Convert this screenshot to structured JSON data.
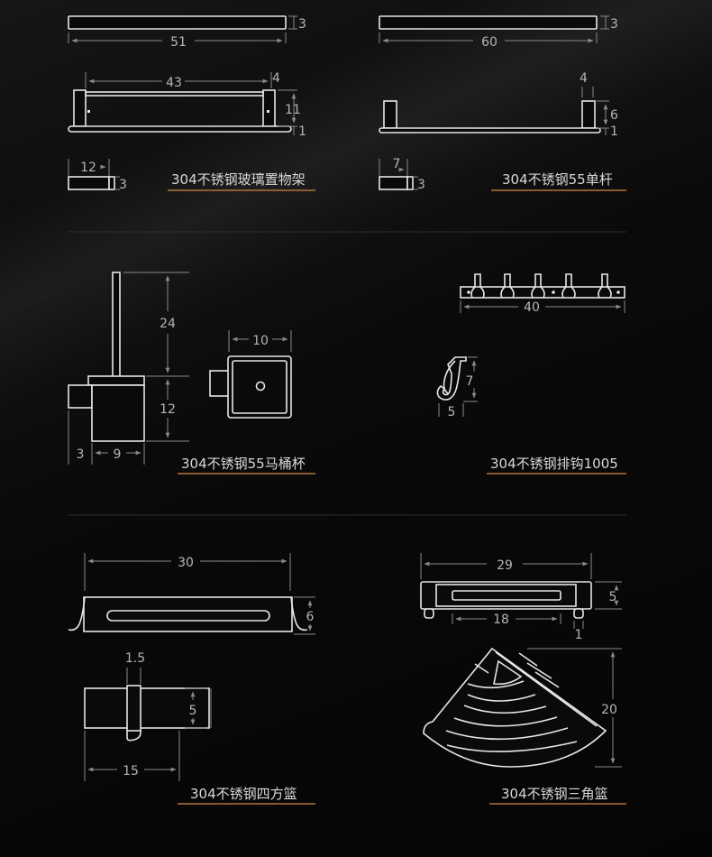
{
  "captions": {
    "glass_shelf": "304不锈钢玻璃置物架",
    "single_rod": "304不锈钢55单杆",
    "toilet_brush": "304不锈钢55马桶杯",
    "hook_rail": "304不锈钢排钩1005",
    "square_basket": "304不锈钢四方篮",
    "corner_basket": "304不锈钢三角篮"
  },
  "dims": {
    "glass_shelf": {
      "top_len": "51",
      "top_h": "3",
      "inner_len": "43",
      "post_w": "4",
      "height": "11",
      "base": "1",
      "side_w": "12",
      "side_h": "3"
    },
    "single_rod": {
      "top_len": "60",
      "top_h": "3",
      "post_w": "4",
      "height": "6",
      "base": "1",
      "side_w": "7",
      "side_h": "3"
    },
    "toilet_brush": {
      "handle_h": "24",
      "cup_h": "12",
      "side_a": "3",
      "cup_w": "9",
      "top_w": "10"
    },
    "hook_rail": {
      "len": "40",
      "hook_h": "7",
      "hook_w": "5"
    },
    "square_basket": {
      "len": "30",
      "height": "6",
      "clip_w": "1.5",
      "clip_h": "5",
      "base_w": "15"
    },
    "corner_basket": {
      "len": "29",
      "height": "5",
      "slot": "18",
      "foot": "1",
      "side": "20"
    }
  }
}
